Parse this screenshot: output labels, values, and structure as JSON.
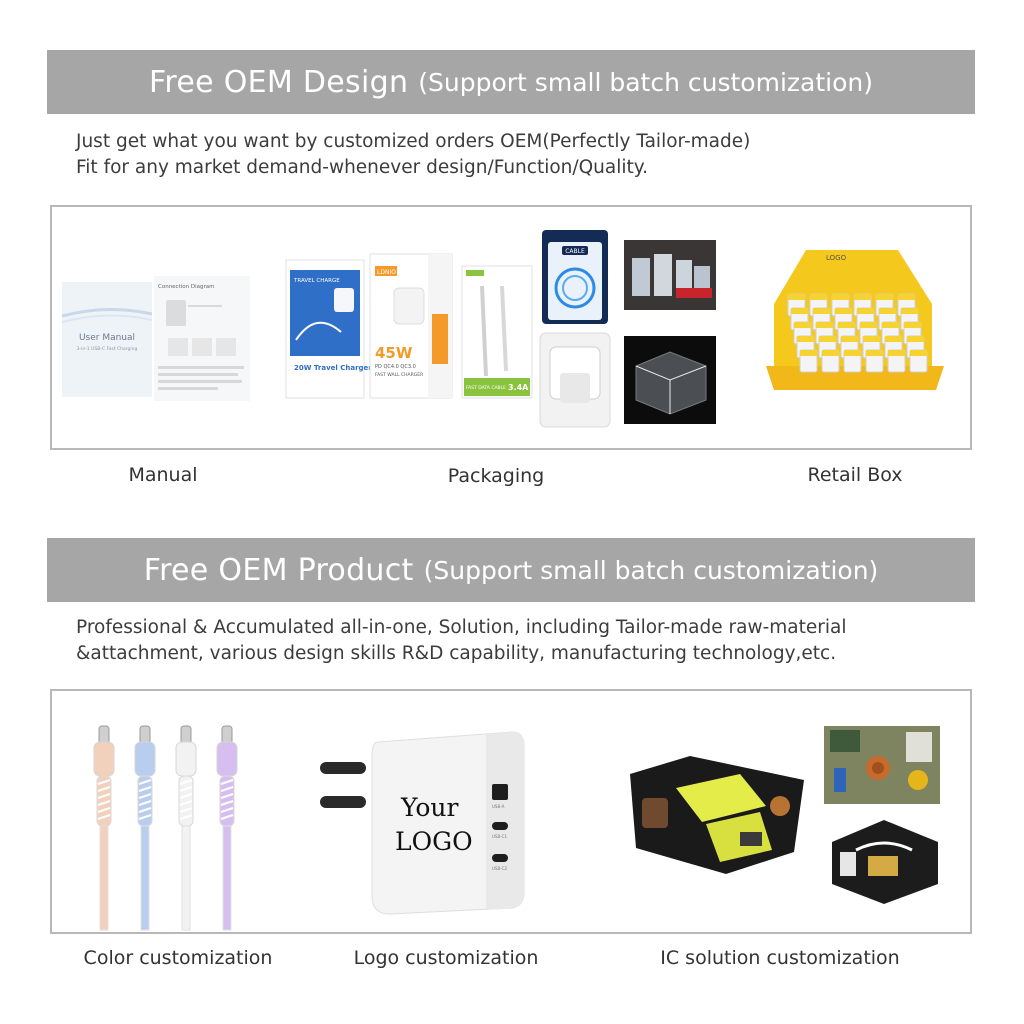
{
  "section1": {
    "title": "Free OEM Design",
    "subtitle": "(Support small batch customization)",
    "description_line1": "Just get what you want by customized orders OEM(Perfectly Tailor-made)",
    "description_line2": "Fit for any market demand-whenever design/Function/Quality.",
    "captions": {
      "manual": "Manual",
      "packaging": "Packaging",
      "retail_box": "Retail Box"
    },
    "manual_image": {
      "title": "User Manual",
      "subtitle": "3-in-1 USB-C Fast Charging",
      "diagram_title": "Connection Diagram"
    },
    "box1": {
      "label": "TRAVEL CHARGE",
      "product": "20W Travel Charger"
    },
    "box2": {
      "brand": "LDNIO",
      "power": "45W",
      "spec": "PD QC4.0 QC3.0",
      "label": "FAST WALL CHARGER"
    },
    "box3": {
      "label": "FAST DATA CABLE",
      "current": "3.4A"
    },
    "pouch_label": "CABLE",
    "display_logo": "LOGO"
  },
  "section2": {
    "title": "Free OEM Product",
    "subtitle": "(Support small batch customization)",
    "description_line1": "Professional & Accumulated all-in-one, Solution, including Tailor-made raw-material",
    "description_line2": "&attachment, various design skills R&D capability, manufacturing technology,etc.",
    "captions": {
      "color": "Color customization",
      "logo": "Logo customization",
      "ic": "IC solution customization"
    },
    "charger": {
      "logo_line1": "Your",
      "logo_line2": "LOGO",
      "port1": "USB-A",
      "port2": "USB-C1",
      "port3": "USB-C2"
    }
  },
  "colors": {
    "banner_bg": "#a6a6a6",
    "frame_border": "#b8b8b8",
    "cable_peach": "#f1d0bc",
    "cable_blue": "#b9cdef",
    "cable_white": "#f2f2f2",
    "cable_purple": "#d6bff0",
    "display_yellow": "#f5c81d"
  }
}
